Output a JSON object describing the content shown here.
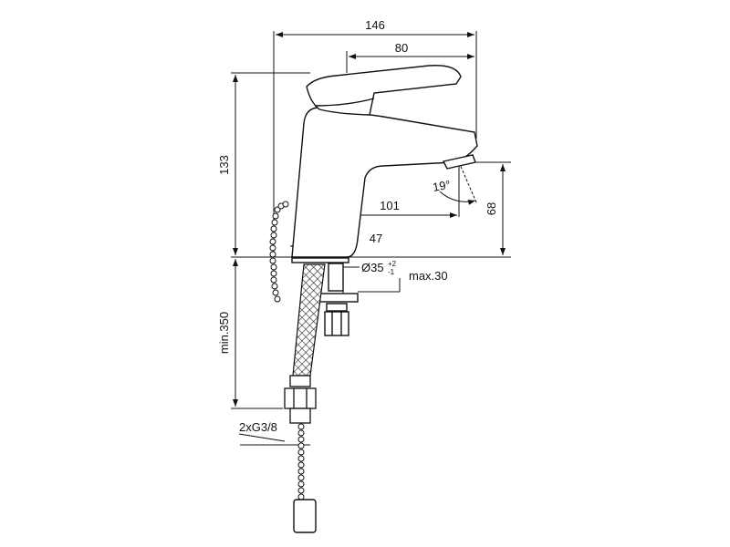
{
  "drawing": {
    "dimensions": {
      "overall_width": "146",
      "lever_length": "80",
      "height": "133",
      "spout_reach": "101",
      "spout_height": "68",
      "base_width": "47",
      "hole_diameter": "Ø35",
      "hole_tol_plus": "+2",
      "hole_tol_minus": "-1",
      "deck_thickness": "max.30",
      "hose_length": "min.350",
      "connection": "2xG3/8",
      "spout_angle": "19°"
    },
    "colors": {
      "line": "#111111",
      "background": "#ffffff"
    }
  }
}
